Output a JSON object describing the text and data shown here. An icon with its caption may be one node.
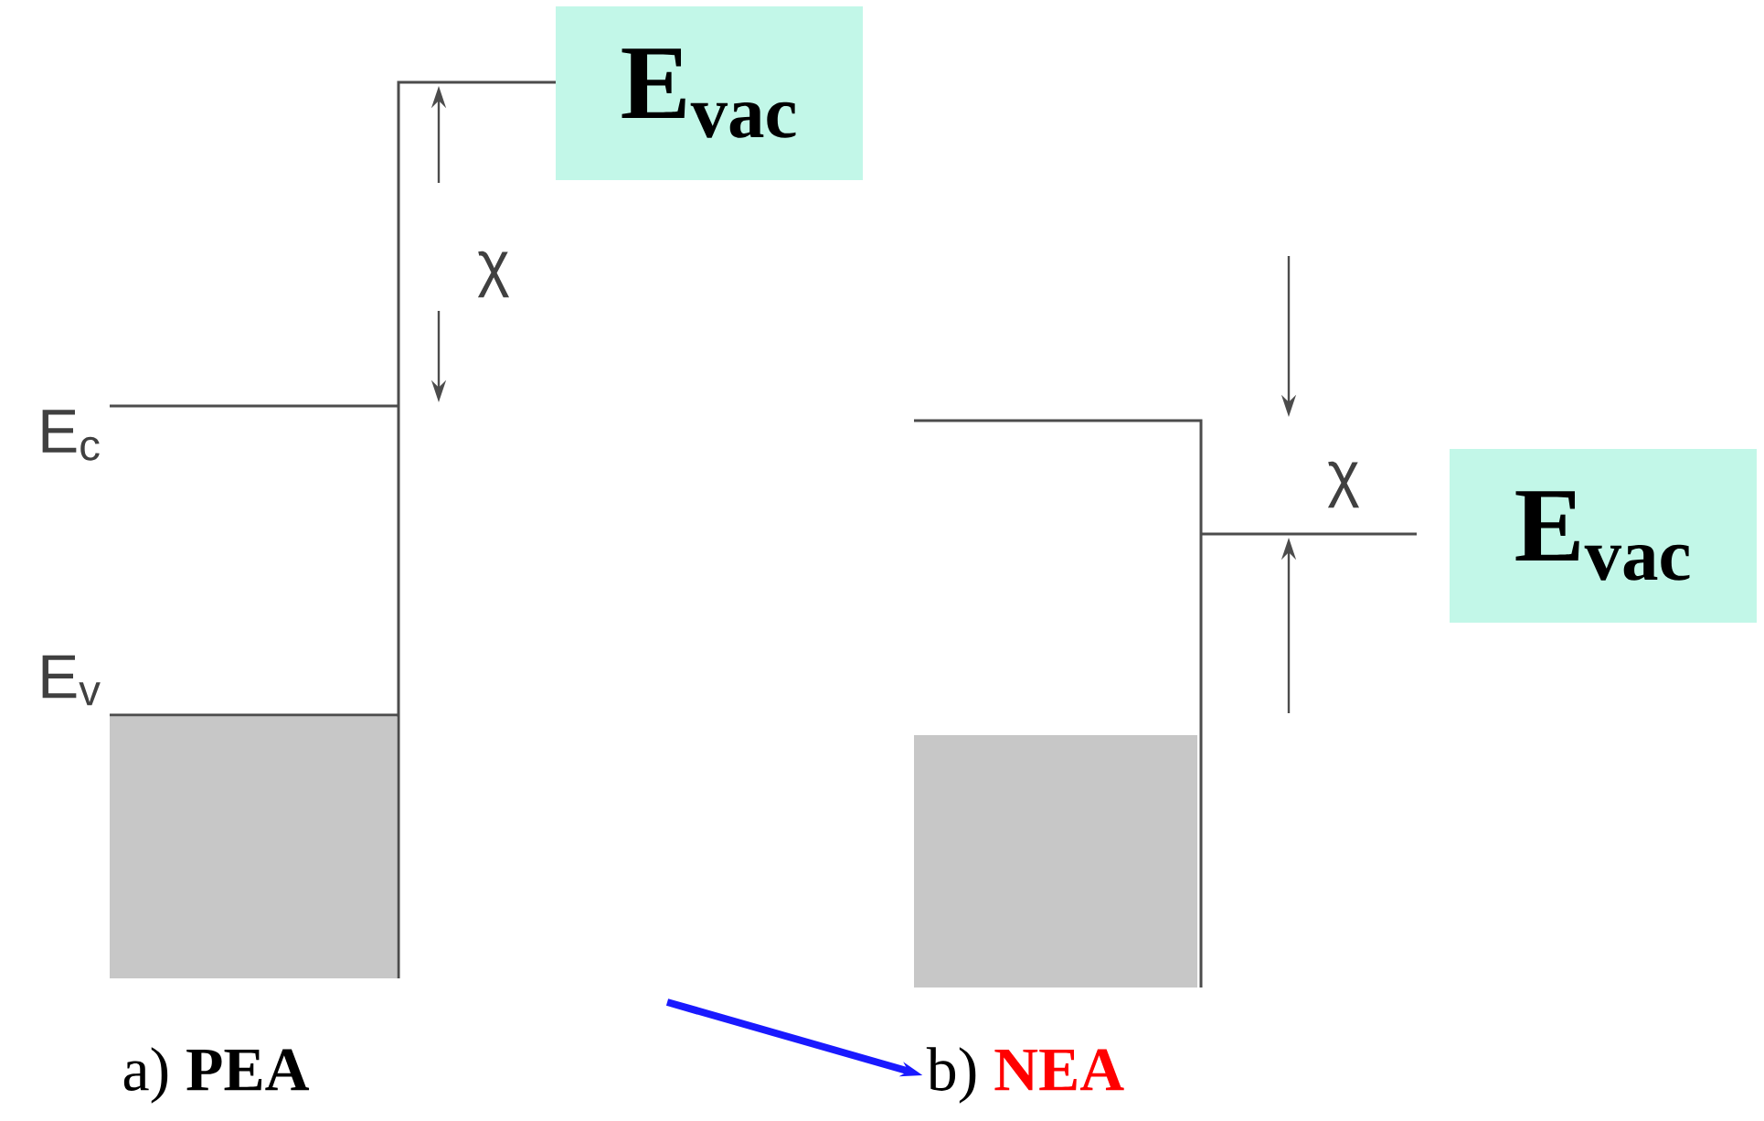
{
  "diagram": {
    "nodes": [
      {
        "text": [
          "E$_{vac}$"
        ]
      },
      {
        "text": [
          "E$_{vac}$"
        ]
      },
      {
        "text": [
          "a)",
          "PEA"
        ]
      },
      {
        "text": [
          "b)",
          "NEA"
        ]
      }
    ],
    "edges": [
      {
        "from": null,
        "to": 3,
        "arrow": "to",
        "color": "#1a1aff"
      }
    ],
    "labels": [
      "χ",
      "E$_{c}$",
      "E$_{v}$",
      "χ"
    ]
  }
}
